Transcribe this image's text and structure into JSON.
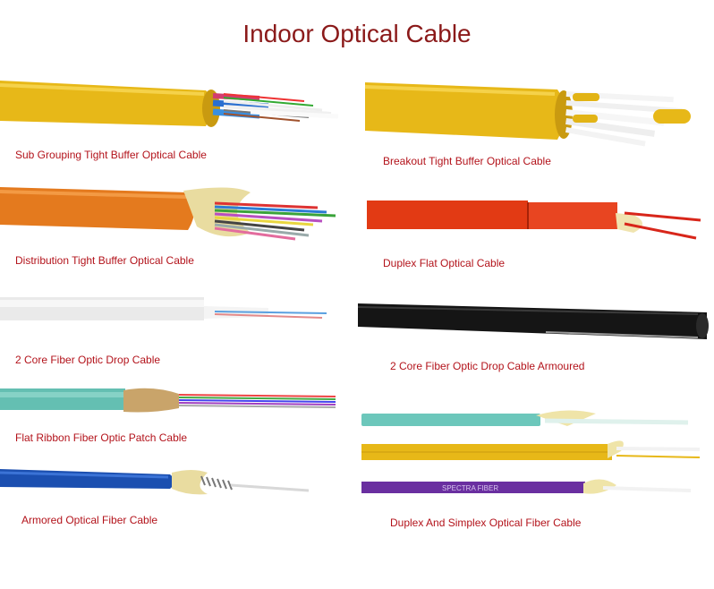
{
  "title": "Indoor Optical Cable",
  "colors": {
    "title": "#8b1a1a",
    "caption": "#b3131b",
    "yellow_jacket": "#e7b818",
    "orange_jacket": "#e47a1e",
    "red_jacket": "#e23a14",
    "aqua_jacket": "#64bfb2",
    "blue_jacket": "#1b4fb0",
    "purple_jacket": "#6a2fa0",
    "black_jacket": "#151515"
  },
  "cables": [
    {
      "caption": "Sub Grouping Tight Buffer Optical Cable",
      "icon": "yellow-round-cable-with-subunits"
    },
    {
      "caption": "Breakout Tight Buffer Optical Cable",
      "icon": "yellow-breakout-cable"
    },
    {
      "caption": "Distribution Tight Buffer Optical Cable",
      "icon": "orange-distribution-cable"
    },
    {
      "caption": "Duplex Flat Optical Cable",
      "icon": "red-duplex-flat-cable"
    },
    {
      "caption": "2 Core Fiber Optic Drop Cable",
      "icon": "white-drop-cable"
    },
    {
      "caption": "2 Core Fiber Optic Drop Cable Armoured",
      "icon": "black-armoured-drop-cable"
    },
    {
      "caption": "Flat Ribbon Fiber Optic Patch Cable",
      "icon": "aqua-ribbon-cable"
    },
    {
      "caption": "Duplex And Simplex Optical Fiber Cable",
      "icon": "duplex-simplex-cable-set"
    },
    {
      "caption": "Armored Optical Fiber Cable",
      "icon": "blue-armored-cable"
    }
  ],
  "purple_cable_print": "SPECTRA FIBER"
}
